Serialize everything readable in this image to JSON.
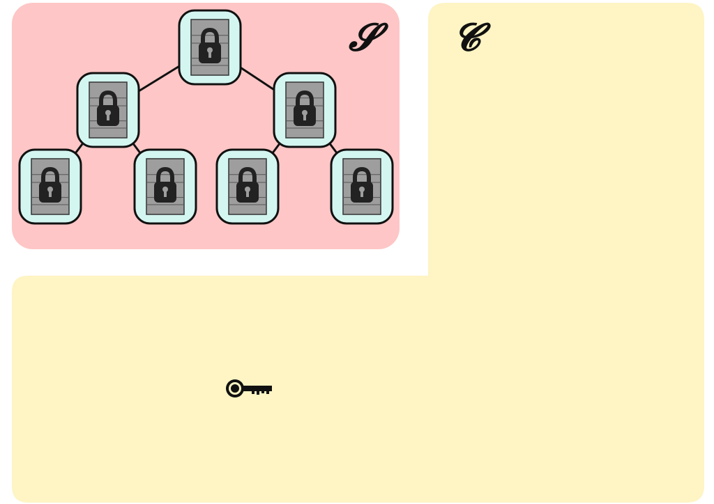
{
  "diagram": {
    "server_region": {
      "label": "𝓢",
      "color": "#fec6c6"
    },
    "client_region": {
      "label": "𝓒",
      "color": "#fef4c4"
    },
    "tree": {
      "levels": 3,
      "node_fill": "#d4f6f1",
      "block_fill": "#9e9e9e",
      "lock_color": "#222222",
      "nodes": [
        {
          "id": "root",
          "icon": "padlock-icon"
        },
        {
          "id": "l",
          "icon": "padlock-icon"
        },
        {
          "id": "r",
          "icon": "padlock-icon"
        },
        {
          "id": "ll",
          "icon": "padlock-icon"
        },
        {
          "id": "lr",
          "icon": "padlock-icon"
        },
        {
          "id": "rl",
          "icon": "padlock-icon"
        },
        {
          "id": "rr",
          "icon": "padlock-icon"
        }
      ],
      "edges": [
        [
          "root",
          "l"
        ],
        [
          "root",
          "r"
        ],
        [
          "l",
          "ll"
        ],
        [
          "l",
          "lr"
        ],
        [
          "r",
          "rl"
        ],
        [
          "r",
          "rr"
        ]
      ]
    },
    "client_key": {
      "icon": "key-icon"
    }
  }
}
